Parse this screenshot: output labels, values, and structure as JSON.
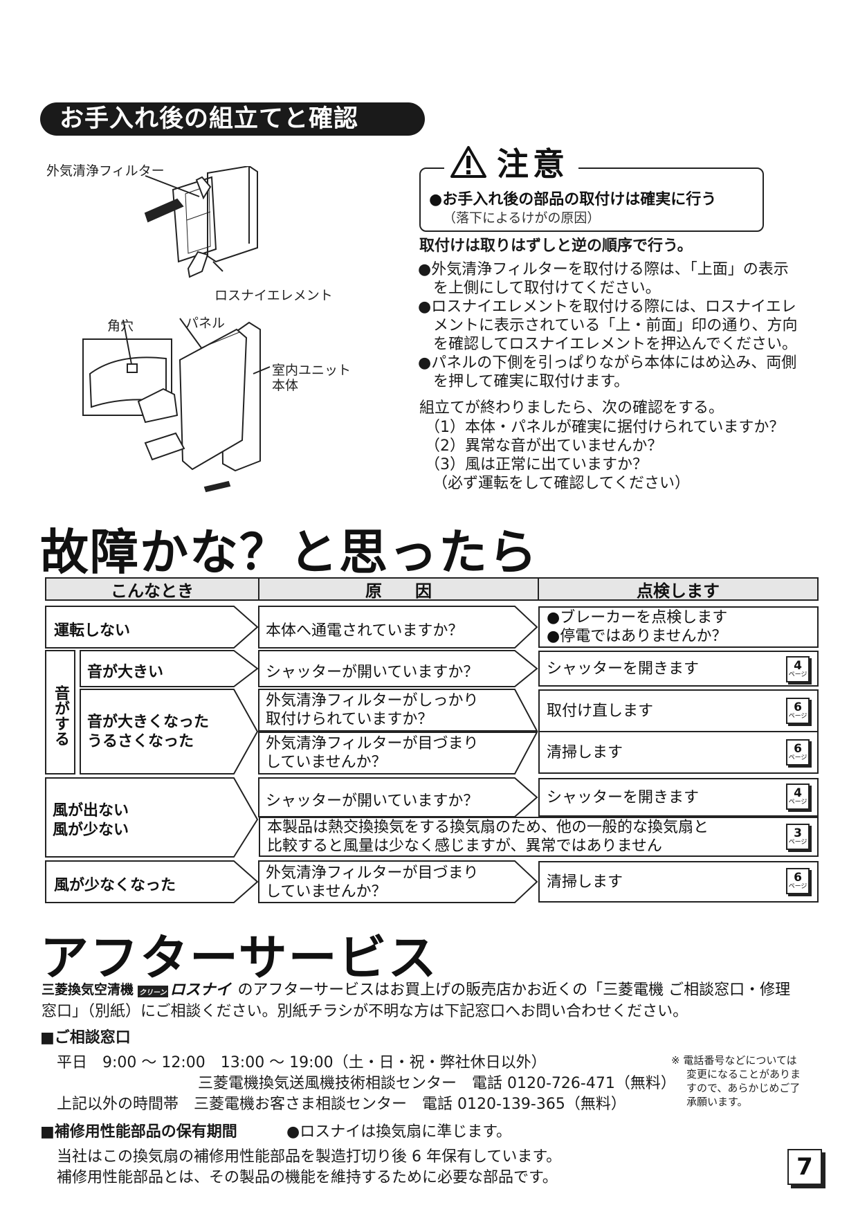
{
  "header": {
    "title": "お手入れ後の組立てと確認"
  },
  "figure": {
    "label_filter": "外気清浄フィルター",
    "label_element": "ロスナイエレメント",
    "label_hole": "角穴",
    "label_panel": "パネル",
    "label_unit_1": "室内ユニット",
    "label_unit_2": "本体"
  },
  "caution": {
    "title": "注意",
    "line1": "●お手入れ後の部品の取付けは確実に行う",
    "line2": "（落下によるけがの原因）"
  },
  "instructions": {
    "heading": "取付けは取りはずしと逆の順序で行う。",
    "lines": [
      "●外気清浄フィルターを取付ける際は、「上面」の表示",
      "　を上側にして取付けてください。",
      "●ロスナイエレメントを取付ける際には、ロスナイエレ",
      "　メントに表示されている「上・前面」印の通り、方向",
      "　を確認してロスナイエレメントを押込んでください。",
      "●パネルの下側を引っぱりながら本体にはめ込み、両側",
      "　を押して確実に取付けます。"
    ],
    "check_intro": "組立てが終わりましたら、次の確認をする。",
    "checks": [
      "（1）本体・パネルが確実に据付けられていますか？",
      "（2）異常な音が出ていませんか？",
      "（3）風は正常に出ていますか？",
      "　（必ず運転をして確認してください）"
    ]
  },
  "trouble": {
    "title": "故障かな？と思ったら",
    "col_when": "こんなとき",
    "col_cause": "原　　因",
    "col_check": "点検します",
    "r1_when": "運転しない",
    "r1_cause": "本体へ通電されていますか？",
    "r1_check_1": "●ブレーカーを点検します",
    "r1_check_2": "●停電ではありませんか？",
    "g2_label": "音がする",
    "r2_when": "音が大きい",
    "r2_cause": "シャッターが開いていますか？",
    "r2_check": "シャッターを開きます",
    "r2_page": "4",
    "r3_when_1": "音が大きくなった",
    "r3_when_2": "うるさくなった",
    "r3_cause_1": "外気清浄フィルターがしっかり",
    "r3_cause_2": "取付けられていますか？",
    "r3_check": "取付け直します",
    "r3_page": "6",
    "r4_cause_1": "外気清浄フィルターが目づまり",
    "r4_cause_2": "していませんか？",
    "r4_check": "清掃します",
    "r4_page": "6",
    "r5_when_1": "風が出ない",
    "r5_when_2": "風が少ない",
    "r5_cause": "シャッターが開いていますか？",
    "r5_check": "シャッターを開きます",
    "r5_page": "4",
    "r6_note_1": "本製品は熱交換換気をする換気扇のため、他の一般的な換気扇と",
    "r6_note_2": "比較すると風量は少なく感じますが、異常ではありません",
    "r6_page": "3",
    "r7_when": "風が少なくなった",
    "r7_cause_1": "外気清浄フィルターが目づまり",
    "r7_cause_2": "していませんか？",
    "r7_check": "清掃します",
    "r7_page": "6",
    "page_word": "ページ"
  },
  "after": {
    "title": "アフターサービス",
    "brand_prefix": "三菱換気空清機",
    "logo_small": "クリーン",
    "logo": "ロスナイ",
    "line1": "のアフターサービスはお買上げの販売店かお近くの「三菱電機 ご相談窓口・修理",
    "line2": "窓口」（別紙）にご相談ください。別紙チラシが不明な方は下記窓口へお問い合わせください。",
    "consult_heading": "■ご相談窓口",
    "c_line1": "平日　9:00 ～ 12:00　13:00 ～ 19:00（土・日・祝・弊社休日以外）",
    "c_line2": "三菱電機換気送風機技術相談センター　電話 0120-726-471（無料）",
    "c_line3": "上記以外の時間帯　三菱電機お客さま相談センター　電話 0120-139-365（無料）",
    "note_1": "※ 電話番号などについては",
    "note_2": "変更になることがありま",
    "note_3": "すので、あらかじめご了",
    "note_4": "承願います。",
    "parts_heading": "■補修用性能部品の保有期間",
    "parts_note": "●ロスナイは換気扇に準じます。",
    "parts_line1": "当社はこの換気扇の補修用性能部品を製造打切り後 6 年保有しています。",
    "parts_line2": "補修用性能部品とは、その製品の機能を維持するために必要な部品です。"
  },
  "page_number": "7"
}
